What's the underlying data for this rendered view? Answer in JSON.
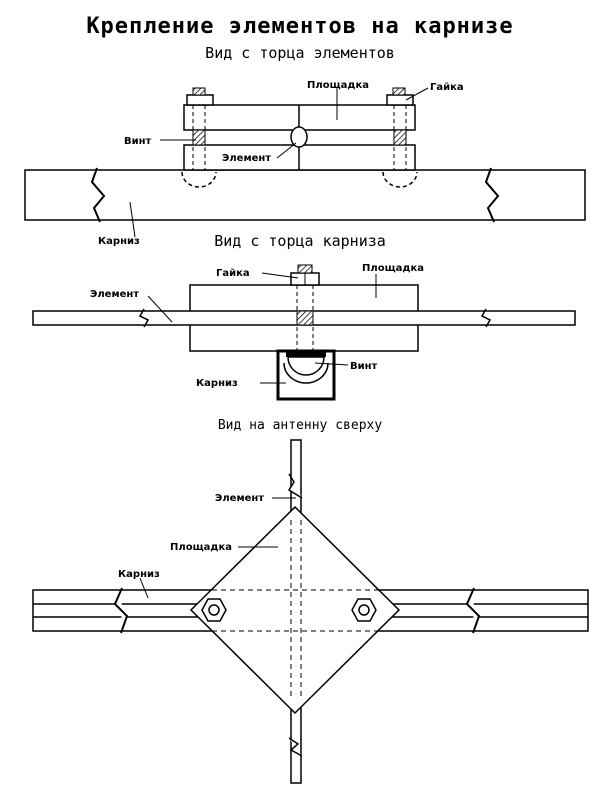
{
  "title": "Крепление элементов на карнизе",
  "views": {
    "end_of_elements": {
      "title": "Вид с торца элементов",
      "labels": {
        "platform": "Площадка",
        "nut": "Гайка",
        "screw": "Винт",
        "element": "Элемент",
        "cornice": "Карниз"
      }
    },
    "end_of_cornice": {
      "title": "Вид с торца карниза",
      "labels": {
        "nut": "Гайка",
        "platform": "Площадка",
        "element": "Элемент",
        "screw": "Винт",
        "cornice": "Карниз"
      }
    },
    "top": {
      "title": "Вид на антенну сверху",
      "labels": {
        "element": "Элемент",
        "platform": "Площадка",
        "cornice": "Карниз"
      }
    }
  }
}
